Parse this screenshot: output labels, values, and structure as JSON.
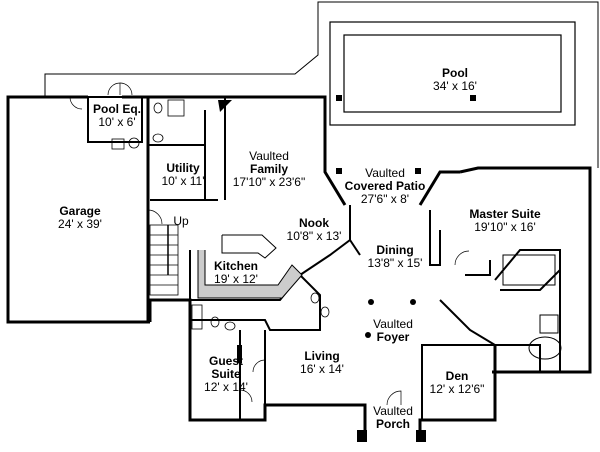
{
  "rooms": {
    "pool": {
      "name": "Pool",
      "size": "34' x 16'"
    },
    "pool_eq": {
      "name": "Pool Eq.",
      "size": "10' x 6'"
    },
    "garage": {
      "name": "Garage",
      "size": "24' x 39'"
    },
    "utility": {
      "name": "Utility",
      "size": "10' x 11'"
    },
    "family": {
      "prefix": "Vaulted",
      "name": "Family",
      "size": "17'10\" x 23'6\""
    },
    "covered_patio": {
      "prefix": "Vaulted",
      "name": "Covered Patio",
      "size": "27'6\" x 8'"
    },
    "master_suite": {
      "name": "Master Suite",
      "size": "19'10\" x 16'"
    },
    "nook": {
      "name": "Nook",
      "size": "10'8\" x 13'"
    },
    "dining": {
      "name": "Dining",
      "size": "13'8\" x 15'"
    },
    "kitchen": {
      "name": "Kitchen",
      "size": "19' x 12'"
    },
    "foyer": {
      "prefix": "Vaulted",
      "name": "Foyer"
    },
    "living": {
      "name": "Living",
      "size": "16' x 14'"
    },
    "guest_suite": {
      "name": "Guest Suite",
      "size": "12' x 14'"
    },
    "den": {
      "name": "Den",
      "size": "12' x 12'6\""
    },
    "porch": {
      "prefix": "Vaulted",
      "name": "Porch"
    }
  },
  "stairs": {
    "label": "Up"
  }
}
